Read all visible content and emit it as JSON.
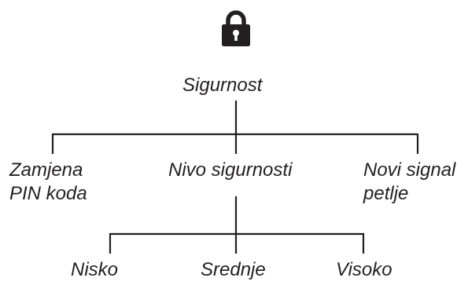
{
  "root": {
    "icon": "lock-icon",
    "label": "Sigurnost"
  },
  "level1": [
    {
      "lines": [
        "Zamjena",
        "PIN koda"
      ]
    },
    {
      "lines": [
        "Nivo sigurnosti"
      ]
    },
    {
      "lines": [
        "Novi signal",
        "petlje"
      ]
    }
  ],
  "level2": [
    {
      "label": "Nisko"
    },
    {
      "label": "Srednje"
    },
    {
      "label": "Visoko"
    }
  ],
  "colors": {
    "ink": "#231f20",
    "background": "#ffffff"
  }
}
